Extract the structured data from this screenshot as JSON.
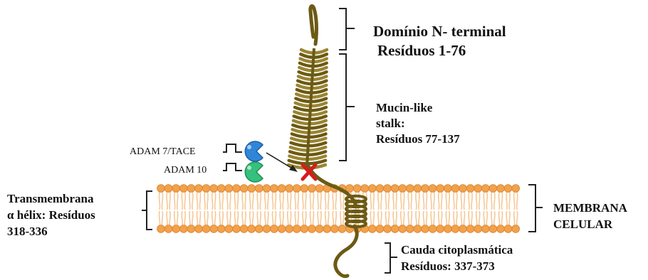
{
  "labels": {
    "n_terminal_1": "Domínio N- terminal",
    "n_terminal_2": "Resíduos 1-76",
    "mucin_1": "Mucin-like",
    "mucin_2": "stalk:",
    "mucin_3": "Resíduos 77-137",
    "adam7": "ADAM 7/TACE",
    "adam10": "ADAM 10",
    "transmembrane_1": "Transmembrana",
    "transmembrane_2": "α hélix: Resíduos",
    "transmembrane_3": "318-336",
    "membrane_1": "MEMBRANA",
    "membrane_2": "CELULAR",
    "tail_1": "Cauda citoplasmática",
    "tail_2": "Resíduos: 337-373"
  },
  "colors": {
    "protein": "#6b5a14",
    "protein_light": "#9a8530",
    "lipid_head": "#f2a14c",
    "lipid_head_edge": "#d9822e",
    "lipid_tail": "#f6c896",
    "cleavage": "#d61c1c",
    "adam7_color": "#2f86d9",
    "adam10_color": "#36c07d"
  },
  "icons": {
    "cleavage_site": "x-mark-icon",
    "adam7": "pacman-enzyme-icon",
    "adam10": "pacman-enzyme-icon"
  }
}
